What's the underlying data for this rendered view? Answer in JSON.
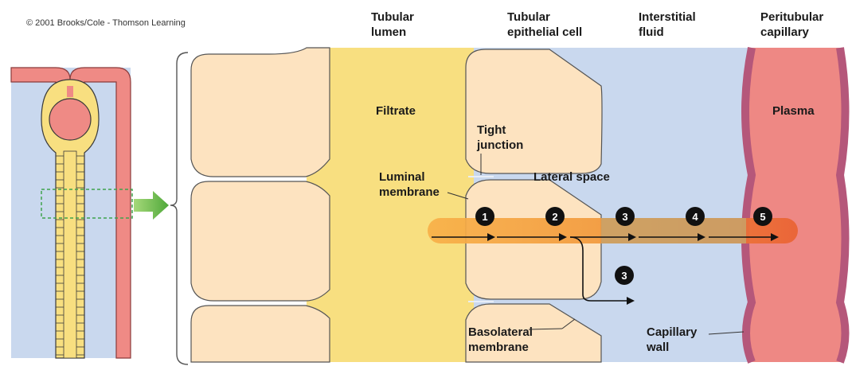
{
  "copyright": "© 2001 Brooks/Cole - Thomson Learning",
  "headers": {
    "tubular_lumen": [
      "Tubular",
      "lumen"
    ],
    "epithelial_cell": [
      "Tubular",
      "epithelial cell"
    ],
    "interstitial_fluid": [
      "Interstitial",
      "fluid"
    ],
    "peritubular_capillary": [
      "Peritubular",
      "capillary"
    ]
  },
  "labels": {
    "filtrate": "Filtrate",
    "plasma": "Plasma",
    "tight_junction": [
      "Tight",
      "junction"
    ],
    "luminal_membrane": [
      "Luminal",
      "membrane"
    ],
    "lateral_space": "Lateral space",
    "basolateral_membrane": [
      "Basolateral",
      "membrane"
    ],
    "capillary_wall": [
      "Capillary",
      "wall"
    ]
  },
  "steps": [
    "1",
    "2",
    "3",
    "4",
    "5",
    "3"
  ],
  "colors": {
    "lumen": "#f8df80",
    "cell": "#fde3c0",
    "interstitial": "#c9d8ee",
    "capillary": "#ee8884",
    "capillary_wall": "#b5577a",
    "flow_start": "#f8a640",
    "flow_end": "#ec6535",
    "kidney_blood": "#ef8a85",
    "kidney_tubule": "#f8df80",
    "highlight_arrow": "#6cbf4a"
  }
}
